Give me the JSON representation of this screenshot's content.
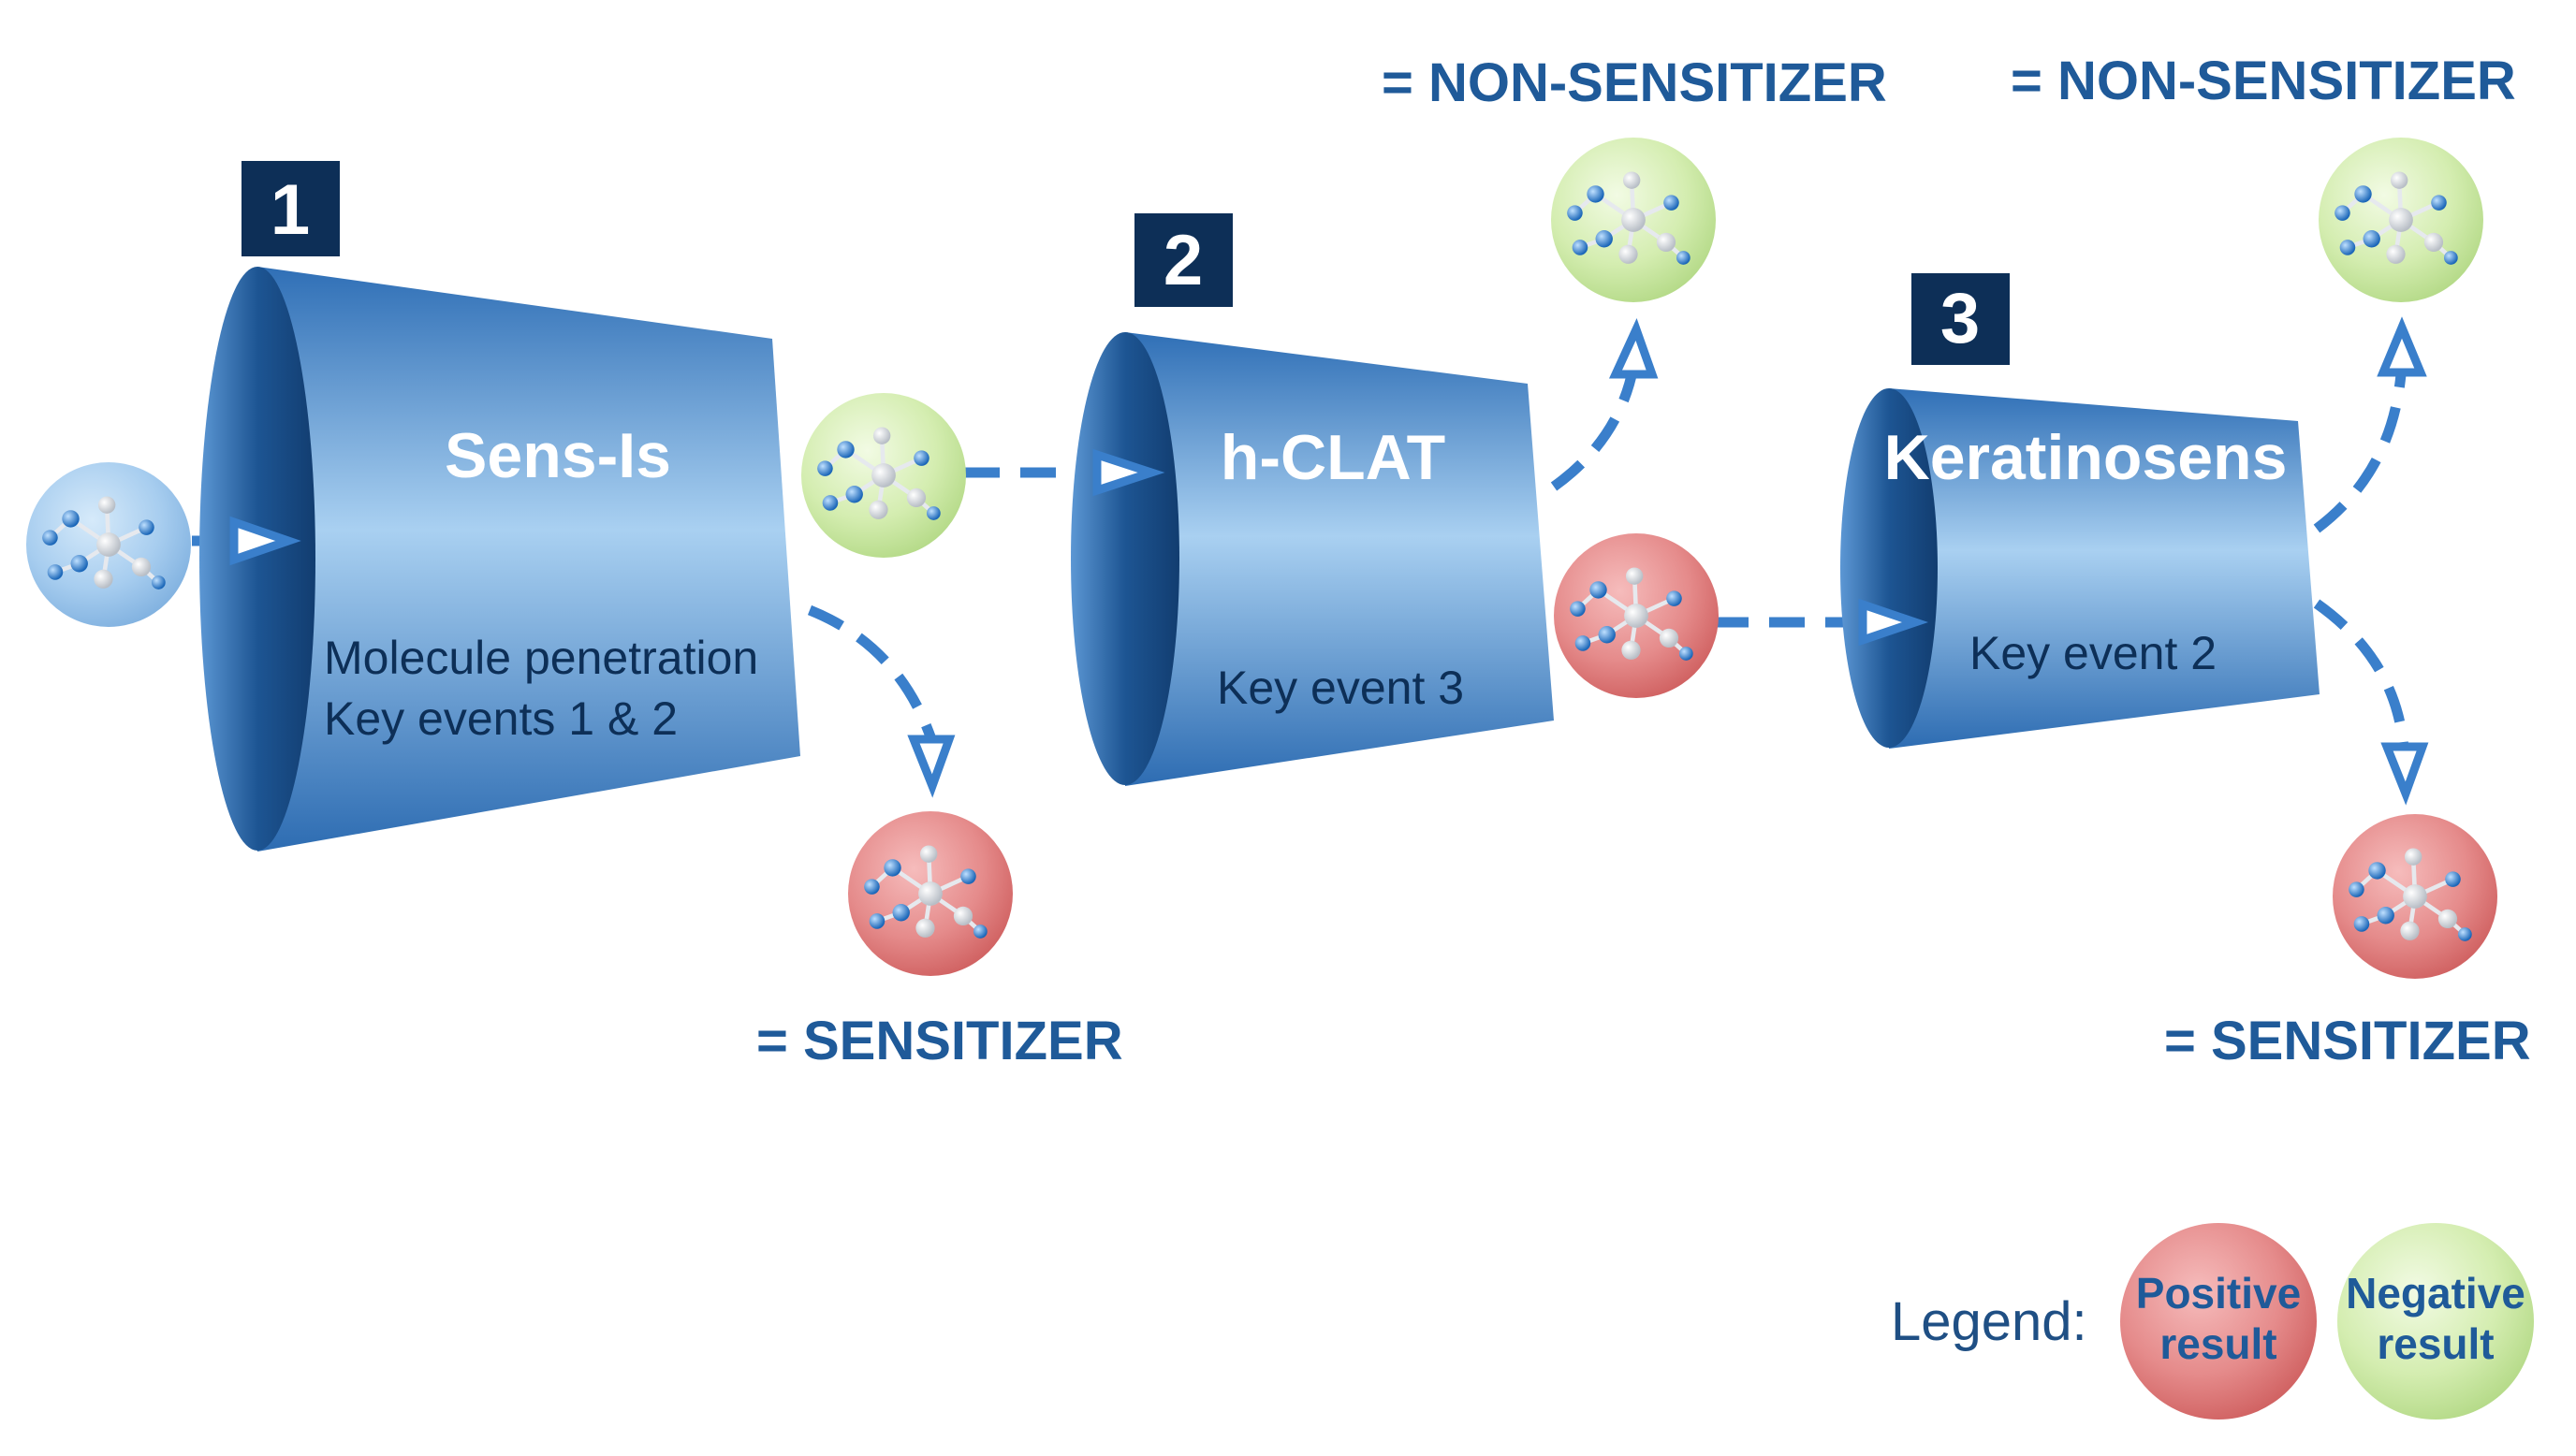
{
  "stages": [
    {
      "number": "1",
      "name": "Sens-Is",
      "description_line1": "Molecule penetration",
      "description_line2": "Key events 1 & 2"
    },
    {
      "number": "2",
      "name": "h-CLAT",
      "description_line1": "Key event 3",
      "description_line2": ""
    },
    {
      "number": "3",
      "name": "Keratinosens",
      "description_line1": "Key event 2",
      "description_line2": ""
    }
  ],
  "outcomes": {
    "non_sensitizer": "= NON-SENSITIZER",
    "sensitizer": "= SENSITIZER"
  },
  "legend": {
    "label": "Legend:",
    "positive_line1": "Positive",
    "positive_line2": "result",
    "negative_line1": "Negative",
    "negative_line2": "result"
  },
  "colors": {
    "badge": "#0d2f57",
    "funnel": "#3f82c7",
    "positive": "#e17d7d",
    "negative": "#c6e79a",
    "neutral": "#8fbfe8",
    "text_accent": "#1f5a99"
  },
  "icons": {
    "molecule": "molecule-icon"
  }
}
